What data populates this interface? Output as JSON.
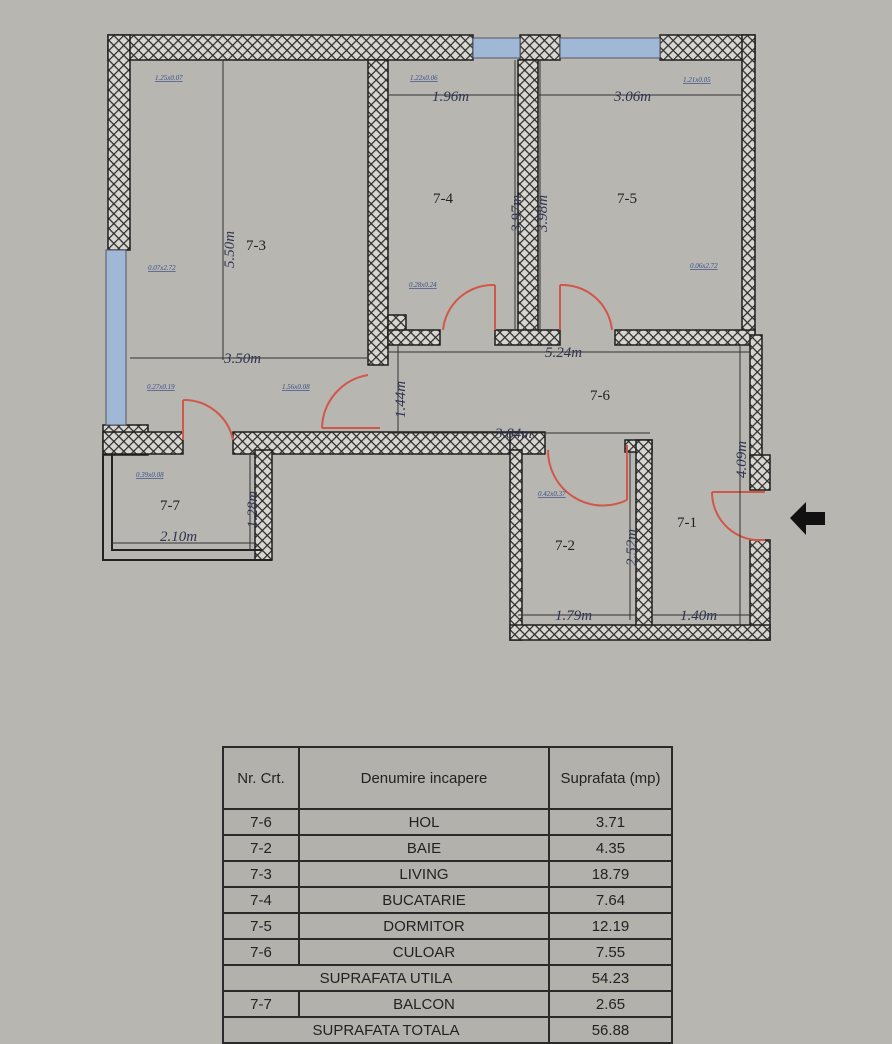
{
  "plan": {
    "rooms": {
      "r73": "7-3",
      "r74": "7-4",
      "r75": "7-5",
      "r76": "7-6",
      "r77": "7-7",
      "r72": "7-2",
      "r71": "7-1"
    },
    "dimensions": {
      "d550": "5.50m",
      "d196": "1.96m",
      "d306": "3.06m",
      "d397": "3.97m",
      "d398": "3.98m",
      "d350": "3.50m",
      "d524": "5.24m",
      "d144": "1.44m",
      "d384": "3.84m",
      "d409": "4.09m",
      "d128": "1.28m",
      "d210": "2.10m",
      "d252": "2.52m",
      "d179": "1.79m",
      "d140": "1.40m"
    },
    "notes": {
      "n1": "1.25x0.07",
      "n2": "1.22x0.06",
      "n3": "1.21x0.05",
      "n4": "0.07x2.72",
      "n5": "0.06x2.72",
      "n6": "0.28x0.24",
      "n7": "0.27x0.19",
      "n8": "1.56x0.08",
      "n9": "0.39x0.08",
      "n10": "0.42x0.37"
    },
    "colors": {
      "wall": "#2a2a2a",
      "door": "#d0574a",
      "window": "#9fb8d6",
      "paper": "#b8b6b0"
    },
    "entrance_icon": "arrow-left-icon"
  },
  "table": {
    "headers": [
      "Nr. Crt.",
      "Denumire incapere",
      "Suprafata (mp)"
    ],
    "rows": [
      [
        "7-6",
        "HOL",
        "3.71"
      ],
      [
        "7-2",
        "BAIE",
        "4.35"
      ],
      [
        "7-3",
        "LIVING",
        "18.79"
      ],
      [
        "7-4",
        "BUCATARIE",
        "7.64"
      ],
      [
        "7-5",
        "DORMITOR",
        "12.19"
      ],
      [
        "7-6",
        "CULOAR",
        "7.55"
      ]
    ],
    "subtotal": {
      "label": "SUPRAFATA UTILA",
      "value": "54.23"
    },
    "balcony": [
      "7-7",
      "BALCON",
      "2.65"
    ],
    "total": {
      "label": "SUPRAFATA TOTALA",
      "value": "56.88"
    }
  }
}
